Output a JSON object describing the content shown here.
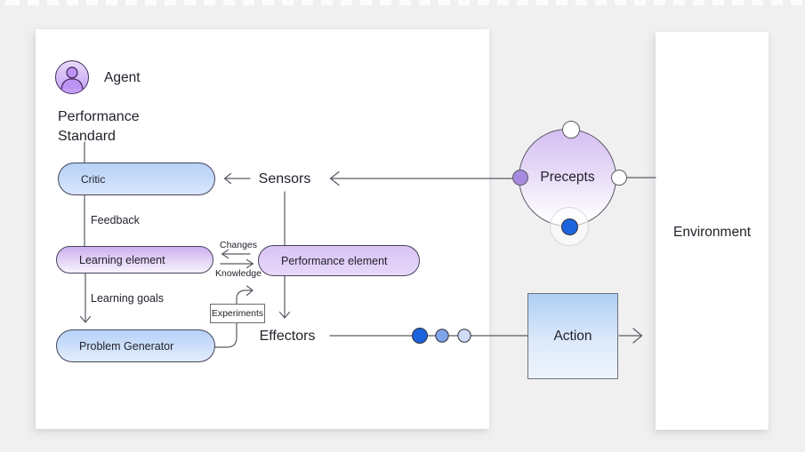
{
  "colors": {
    "background": "#f0f0f1",
    "panel": "#ffffff",
    "line": "#5a5a64",
    "text": "#22222c",
    "node_blue": "#b7d1f8",
    "node_purple": "#ccb0ee",
    "precept_purple_dot": "#a78be0",
    "dot_blue": "#1c64de",
    "dot_blue_mid": "#7fa3e8",
    "dot_blue_light": "#cfdcf6"
  },
  "diagram": {
    "agent": {
      "title": "Agent",
      "performance_standard": {
        "line1": "Performance",
        "line2": "Standard"
      },
      "nodes": {
        "critic": "Critic",
        "learning_element": "Learning element",
        "performance_element": "Performance element",
        "problem_generator": "Problem Generator",
        "experiments": "Experiments"
      },
      "edge_labels": {
        "feedback": "Feedback",
        "learning_goals": "Learning goals",
        "changes": "Changes",
        "knowledge": "Knowledge",
        "sensors": "Sensors",
        "effectors": "Effectors"
      }
    },
    "precepts_label": "Precepts",
    "action_label": "Action",
    "environment_label": "Environment"
  }
}
